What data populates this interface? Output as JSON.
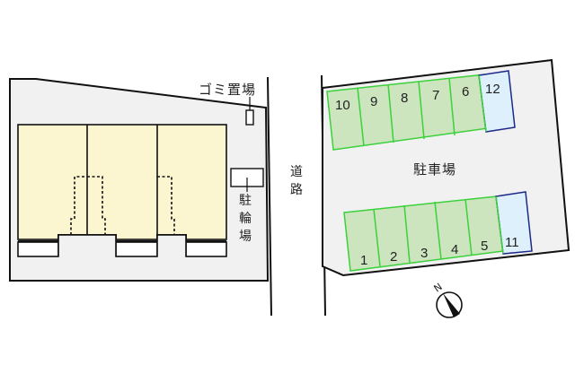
{
  "map": {
    "labels": {
      "garbage": "ゴミ置場",
      "bicycle_1": "駐",
      "bicycle_2": "輪",
      "bicycle_3": "場",
      "road_1": "道",
      "road_2": "路",
      "parking": "駐車場",
      "north": "N"
    },
    "parking_top": [
      "10",
      "9",
      "8",
      "7",
      "6",
      "12"
    ],
    "parking_bottom": [
      "1",
      "2",
      "3",
      "4",
      "5",
      "11"
    ],
    "colors": {
      "building": "#fbf6cf",
      "lot": "#f1f1f1",
      "space_green": "#cde5bf",
      "space_green_border": "#3bd13b",
      "space_blue": "#def0fb",
      "space_blue_border": "#1d2a8a",
      "line": "#111111"
    }
  }
}
